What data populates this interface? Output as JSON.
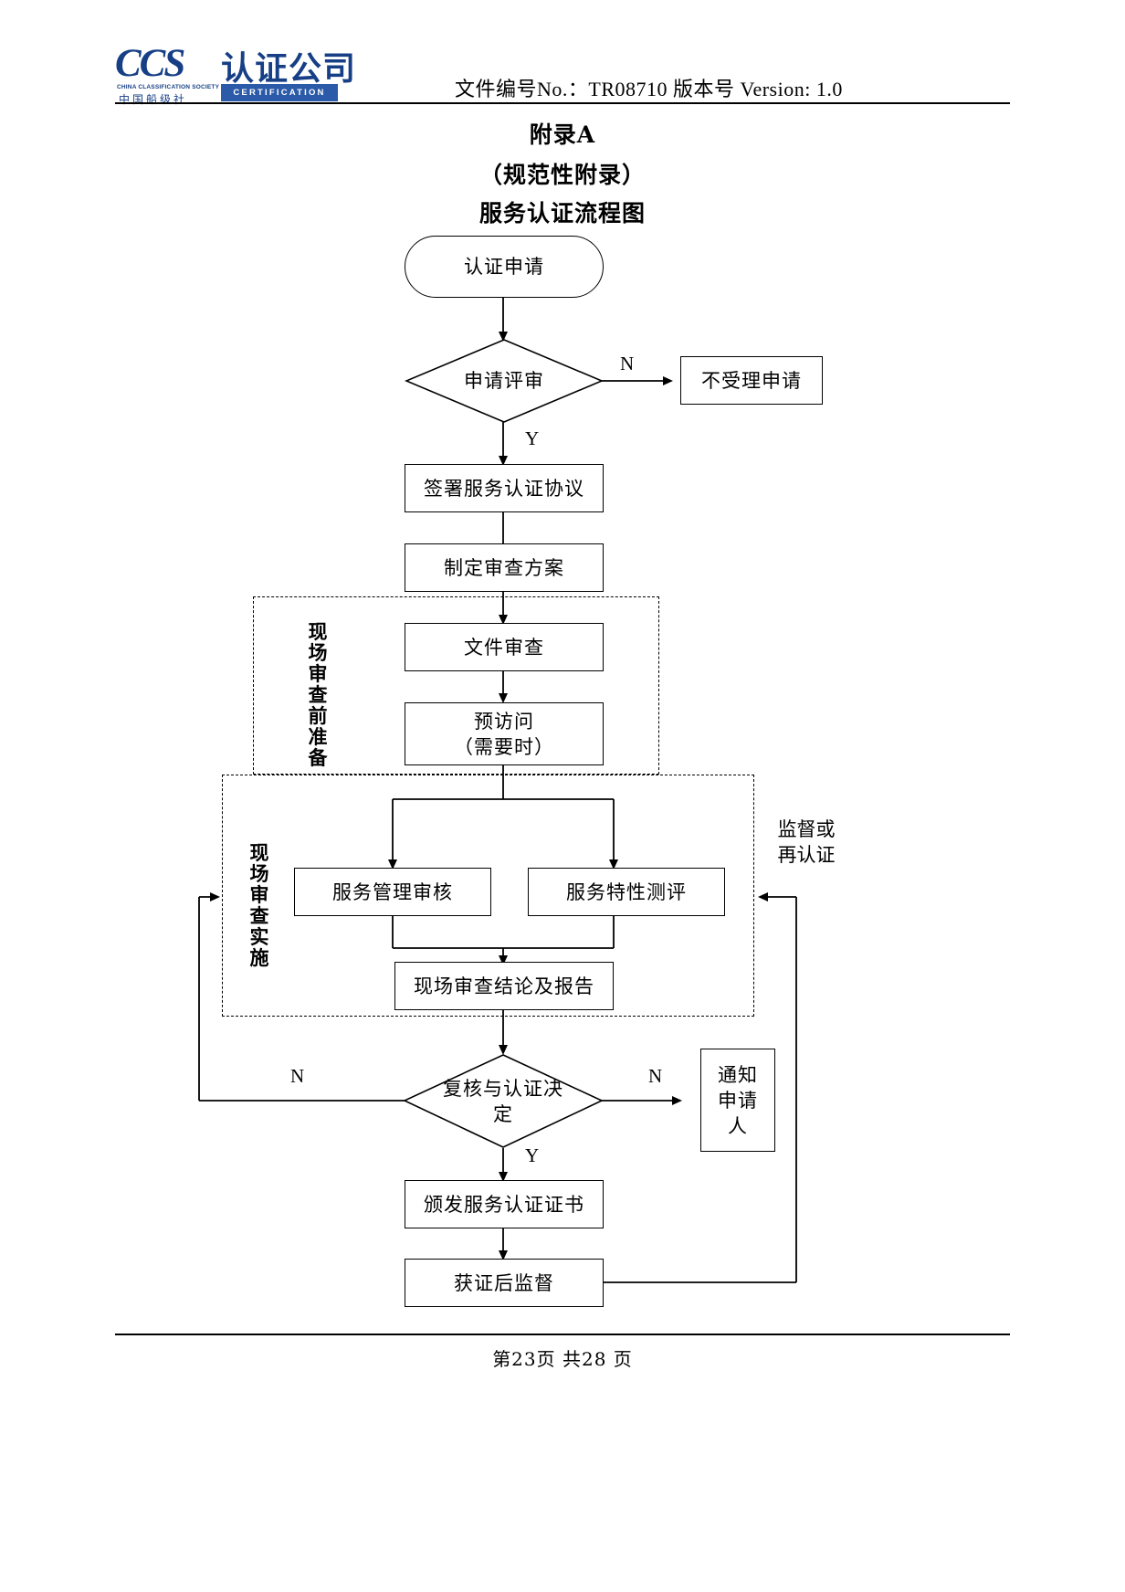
{
  "header": {
    "logo": {
      "ccs_text": "CCS",
      "subtitle_en": "CHINA CLASSIFICATION SOCIETY",
      "subtitle_cn": "中国船级社",
      "company_cn": "认证公司",
      "certification_en": "CERTIFICATION",
      "brand_color": "#173f86",
      "bar_color": "#2a5aa8",
      "accent_color": "#c0392b"
    },
    "doc_meta": "文件编号No.：TR08710   版本号 Version: 1.0",
    "doc_number": "TR08710",
    "version": "1.0"
  },
  "titles": {
    "appendix": "附录A",
    "normative": "（规范性附录）",
    "chart_title": "服务认证流程图"
  },
  "flow": {
    "nodes": {
      "start": "认证申请",
      "app_review": "申请评审",
      "reject": "不受理申请",
      "sign_agreement": "签署服务认证协议",
      "make_plan": "制定审查方案",
      "doc_review": "文件审查",
      "previsit": "预访问\n（需要时）",
      "previsit_line1": "预访问",
      "previsit_line2": "（需要时）",
      "service_mgmt_audit": "服务管理审核",
      "service_feature_eval": "服务特性测评",
      "onsite_conclusion": "现场审查结论及报告",
      "review_decision": "复核与认证决定",
      "notify_applicant_line1": "通知",
      "notify_applicant_line2": "申请",
      "notify_applicant_line3": "人",
      "issue_cert": "颁发服务认证证书",
      "post_cert_supervision": "获证后监督"
    },
    "groups": {
      "pre_onsite": "现场审查前准备",
      "onsite_exec": "现场审查实施"
    },
    "labels": {
      "no_1": "N",
      "yes_1": "Y",
      "no_2": "N",
      "no_3": "N",
      "yes_2": "Y",
      "supervision_line1": "监督或",
      "supervision_line2": "再认证"
    }
  },
  "footer": {
    "page_text": "第23页  共28 页",
    "current_page": "23",
    "total_pages": "28"
  }
}
